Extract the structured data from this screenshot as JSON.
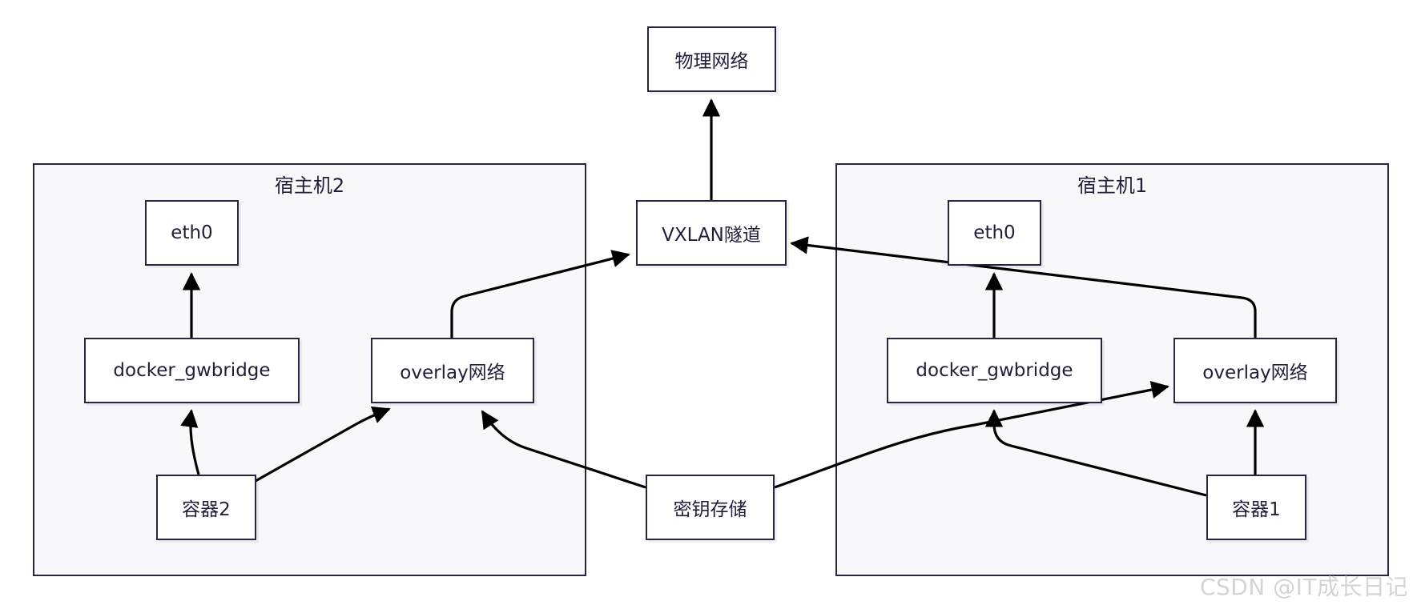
{
  "groups": {
    "host2": {
      "title": "宿主机2"
    },
    "host1": {
      "title": "宿主机1"
    }
  },
  "nodes": {
    "physical_network": "物理网络",
    "vxlan_tunnel": "VXLAN隧道",
    "key_store": "密钥存储",
    "host2_eth0": "eth0",
    "host2_gwbridge": "docker_gwbridge",
    "host2_overlay": "overlay网络",
    "host2_container": "容器2",
    "host1_eth0": "eth0",
    "host1_gwbridge": "docker_gwbridge",
    "host1_overlay": "overlay网络",
    "host1_container": "容器1"
  },
  "edges": [
    {
      "from": "vxlan_tunnel",
      "to": "physical_network"
    },
    {
      "from": "host2_gwbridge",
      "to": "host2_eth0"
    },
    {
      "from": "host2_container",
      "to": "host2_gwbridge"
    },
    {
      "from": "host2_container",
      "to": "host2_overlay"
    },
    {
      "from": "host2_overlay",
      "to": "vxlan_tunnel"
    },
    {
      "from": "key_store",
      "to": "host2_overlay"
    },
    {
      "from": "key_store",
      "to": "host1_overlay"
    },
    {
      "from": "host1_gwbridge",
      "to": "host1_eth0"
    },
    {
      "from": "host1_container",
      "to": "host1_gwbridge"
    },
    {
      "from": "host1_container",
      "to": "host1_overlay"
    },
    {
      "from": "host1_overlay",
      "to": "vxlan_tunnel"
    }
  ],
  "watermark": "CSDN @IT成长日记"
}
